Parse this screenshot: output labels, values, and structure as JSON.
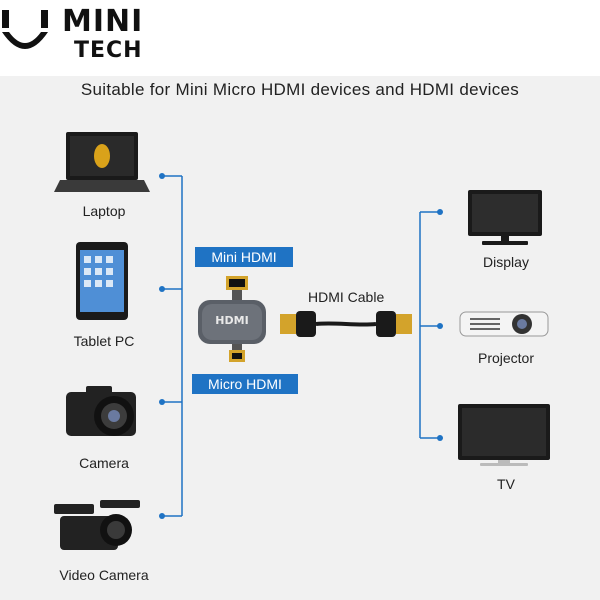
{
  "brand": {
    "line1": "MINI",
    "line2": "TECH"
  },
  "headline": "Suitable for Mini Micro HDMI devices and HDMI devices",
  "left_devices": [
    {
      "label": "Laptop"
    },
    {
      "label": "Tablet PC"
    },
    {
      "label": "Camera"
    },
    {
      "label": "Video Camera"
    }
  ],
  "right_devices": [
    {
      "label": "Display"
    },
    {
      "label": "Projector"
    },
    {
      "label": "TV"
    }
  ],
  "adapter": {
    "top_badge": "Mini HDMI",
    "bottom_badge": "Micro HDMI",
    "body_text": "HDMI"
  },
  "cable_label": "HDMI Cable",
  "colors": {
    "accent": "#1f73c4",
    "line": "#1f73c4",
    "background": "#f1f1f1"
  }
}
